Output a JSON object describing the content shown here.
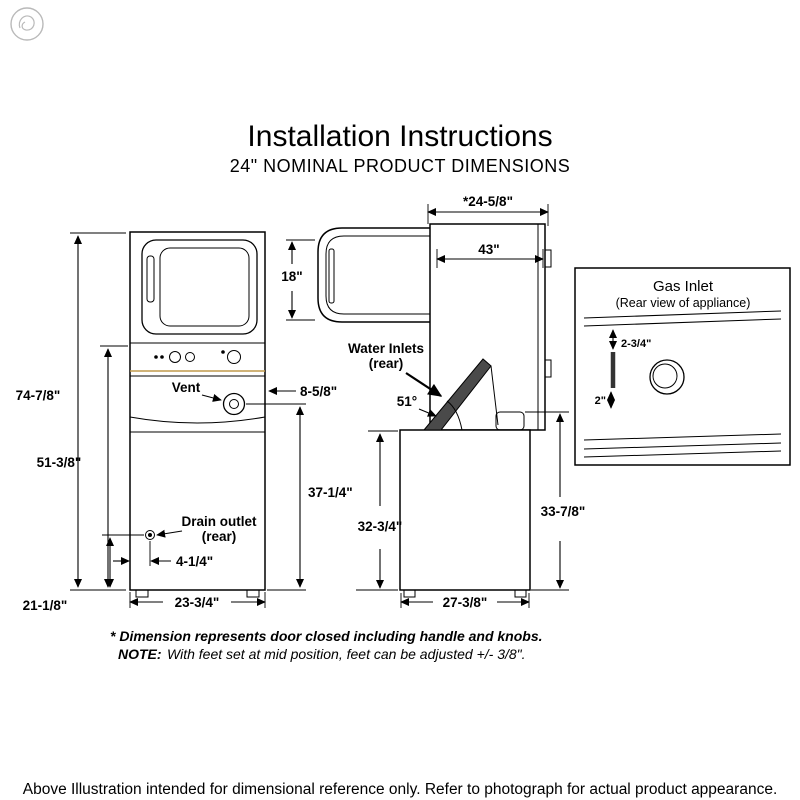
{
  "page": {
    "title": "Installation Instructions",
    "subtitle": "24\" NOMINAL PRODUCT DIMENSIONS",
    "footer": "Above Illustration intended for dimensional reference only. Refer to photograph for actual product appearance."
  },
  "front_view": {
    "overall_height": "74-7/8\"",
    "lower_section_height": "51-3/8\"",
    "drain_height": "21-1/8\"",
    "cabinet_width": "23-3/4\"",
    "vent_label": "Vent",
    "vent_side_offset": "8-5/8\"",
    "vent_floor_height": "37-1/4\"",
    "drain_label": "Drain outlet",
    "drain_sublabel": "(rear)",
    "drain_side_offset": "4-1/4\"",
    "door_height": "18\""
  },
  "side_view": {
    "depth_overall": "*24-5/8\"",
    "depth_door_open": "43\"",
    "water_inlets_label": "Water Inlets",
    "water_inlets_sublabel": "(rear)",
    "lid_open_angle": "51°",
    "washer_height": "32-3/4\"",
    "washer_top_height": "33-7/8\"",
    "base_depth": "27-3/8\""
  },
  "gas_inlet": {
    "title": "Gas Inlet",
    "subtitle": "(Rear view of appliance)",
    "offset_dim": "2-3/4\"",
    "pipe_dim": "2\""
  },
  "footnotes": {
    "asterisk_note": "* Dimension represents door closed including handle and knobs.",
    "note_label": "NOTE:",
    "note_text": "With feet set at mid position, feet can be adjusted +/- 3/8\"."
  }
}
